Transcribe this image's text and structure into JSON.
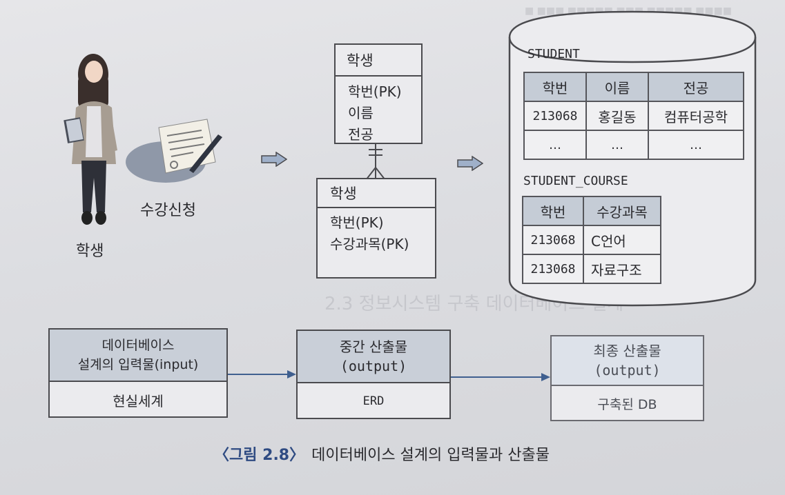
{
  "left": {
    "person_label": "학생",
    "apply_label": "수강신청"
  },
  "erd": {
    "entity1": {
      "title": "학생",
      "attrs": [
        "학번(PK)",
        "이름",
        "전공"
      ]
    },
    "entity2": {
      "title": "학생",
      "attrs": [
        "학번(PK)",
        "수강과목(PK)"
      ]
    }
  },
  "db": {
    "table1": {
      "name": "STUDENT",
      "headers": [
        "학번",
        "이름",
        "전공"
      ],
      "rows": [
        [
          "213068",
          "홍길동",
          "컴퓨터공학"
        ],
        [
          "…",
          "…",
          "…"
        ]
      ]
    },
    "table2": {
      "name": "STUDENT_COURSE",
      "headers": [
        "학번",
        "수강과목"
      ],
      "rows": [
        [
          "213068",
          "C언어"
        ],
        [
          "213068",
          "자료구조"
        ]
      ]
    }
  },
  "flow": {
    "box1": {
      "title_line1": "데이터베이스",
      "title_line2": "설계의 입력물(input)",
      "body": "현실세계"
    },
    "box2": {
      "title_line1": "중간 산출물",
      "title_line2": "(output)",
      "body": "ERD"
    },
    "box3": {
      "title_line1": "최종 산출물",
      "title_line2": "(output)",
      "body": "구축된 DB"
    }
  },
  "caption": {
    "label": "〈그림 2.8〉",
    "text": "데이터베이스 설계의 입력물과 산출물"
  },
  "colors": {
    "header_fill": "#c9cfd8",
    "arrow_blue": "#3f5f8f",
    "block_arrow": "#9fb0c9"
  }
}
